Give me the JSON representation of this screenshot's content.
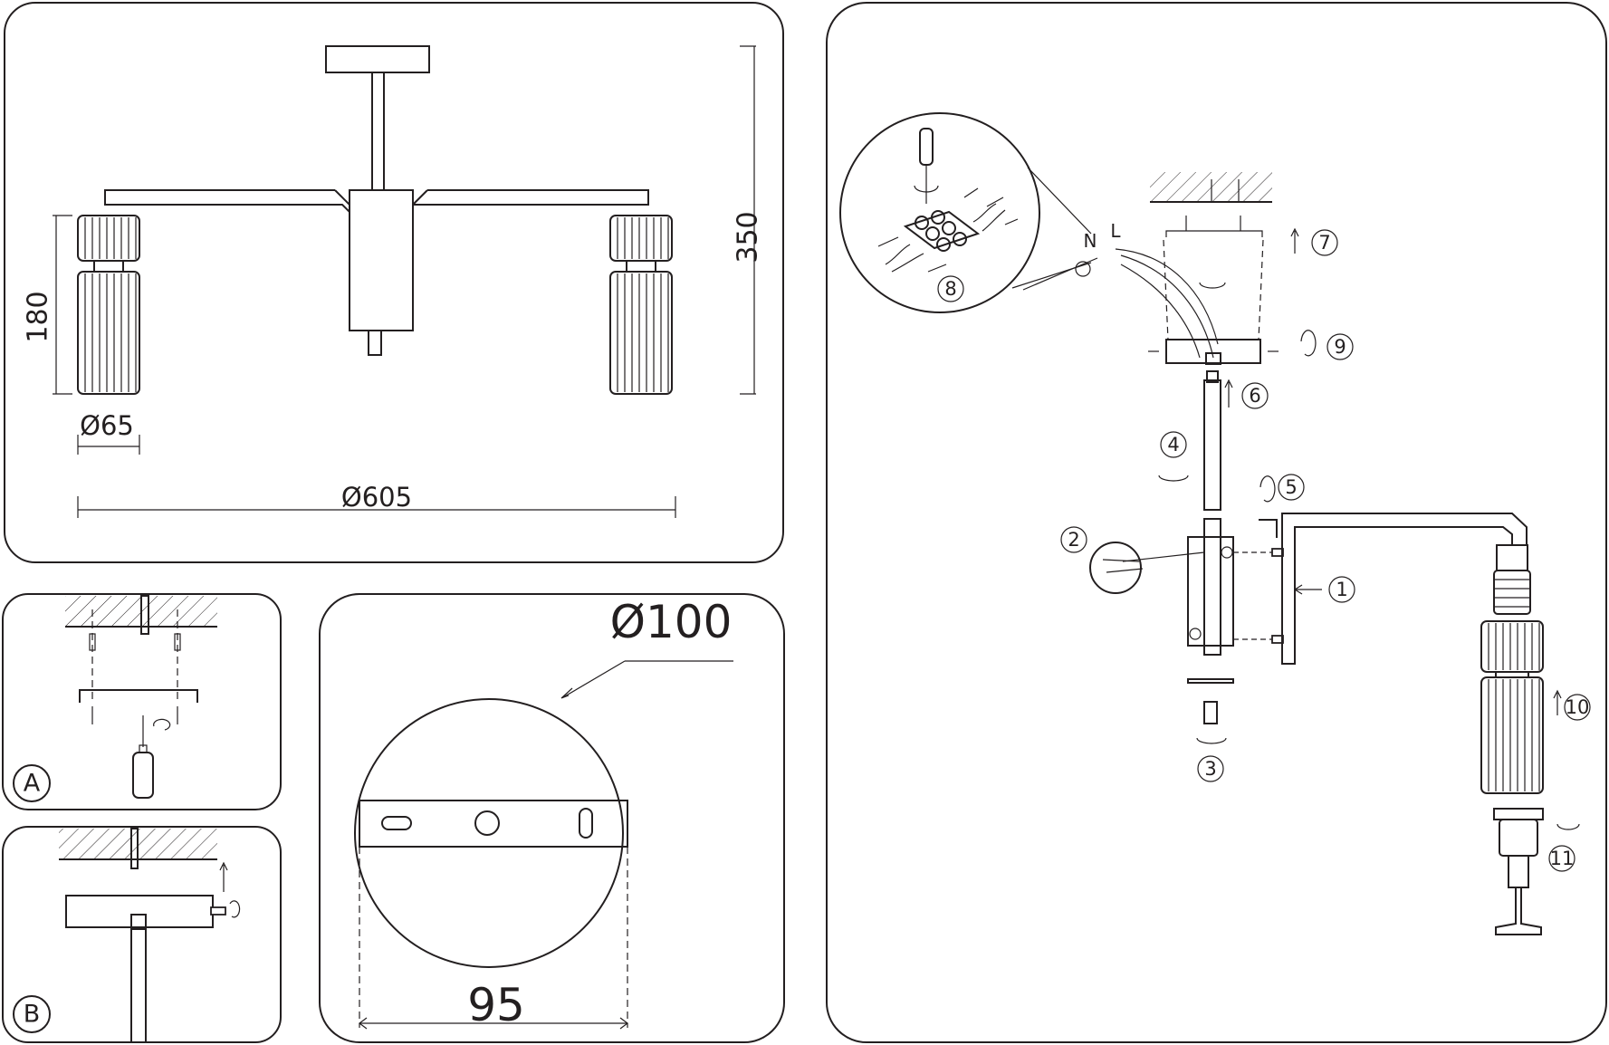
{
  "panels": {
    "overview": {
      "dim_height": "350",
      "dim_shade_height": "180",
      "dim_shade_diameter": "Ø65",
      "dim_total_diameter": "Ø605"
    },
    "ceiling_mount_a": {
      "label": "A"
    },
    "ceiling_mount_b": {
      "label": "B"
    },
    "canopy_plate": {
      "dim_canopy_diameter": "Ø100",
      "dim_bracket_width": "95"
    },
    "assembly": {
      "steps": [
        "1",
        "2",
        "3",
        "4",
        "5",
        "6",
        "7",
        "8",
        "9",
        "10",
        "11"
      ],
      "wire_neutral": "N",
      "wire_live": "L"
    }
  },
  "colors": {
    "line": "#231f20",
    "background": "#ffffff"
  },
  "icons": [
    "screwdriver-icon",
    "ground-symbol-icon",
    "rotate-arrow-icon",
    "up-arrow-icon",
    "left-arrow-icon"
  ]
}
